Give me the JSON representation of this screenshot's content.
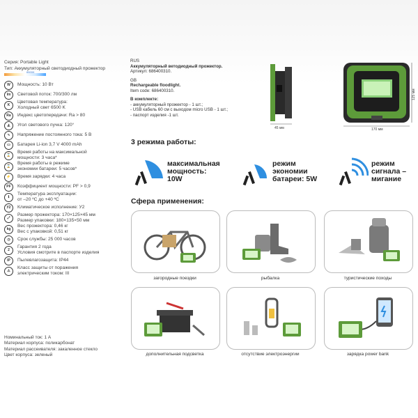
{
  "left": {
    "series": "Серия: Portable Light",
    "type": "Тип: Аккумуляторный светодиодный прожектор",
    "temp_label": "6500K",
    "specs": [
      {
        "icon": "power-icon",
        "glyph": "W",
        "text": "Мощность: 10 Вт"
      },
      {
        "icon": "lumen-icon",
        "glyph": "lm",
        "text": "Световой поток: 700/300 лм"
      },
      {
        "icon": "color-temp-icon",
        "glyph": "K",
        "text": "Цветовая температура:\nХолодный свет 6500 K"
      },
      {
        "icon": "cri-icon",
        "glyph": "Ra",
        "text": "Индекс цветопередачи: Ra > 80"
      },
      {
        "icon": "beam-angle-icon",
        "glyph": "◭",
        "text": "Угол светового пучка: 120°"
      },
      {
        "icon": "voltage-icon",
        "glyph": "∿",
        "text": "Напряжение постоянного тока: 5 В"
      },
      {
        "icon": "battery-icon",
        "glyph": "▭",
        "text": "Батарея Li-ion 3,7 V 4000 mAh"
      },
      {
        "icon": "work-time-max-icon",
        "glyph": "⌛",
        "text": "Время работы на максимальной\nмощности: 3 часа*"
      },
      {
        "icon": "work-time-eco-icon",
        "glyph": "⌛",
        "text": "Время работы в режиме\nэкономии батареи: 5 часов*"
      },
      {
        "icon": "charge-time-icon",
        "glyph": "⚡",
        "text": "Время зарядки: 4 часа"
      },
      {
        "icon": "power-factor-icon",
        "glyph": "PF",
        "text": "Коэффициент мощности: PF > 0,9"
      },
      {
        "icon": "temperature-icon",
        "glyph": "ℹ",
        "text": "Температура эксплуатации:\nот –20 ºC до +40 ºC"
      },
      {
        "icon": "climate-icon",
        "glyph": "У2",
        "text": "Климатическое исполнение: У2"
      },
      {
        "icon": "size-icon",
        "glyph": "⤢",
        "text": "Размер прожектора: 170×125×45 мм\nРазмер упаковки: 180×135×50 мм"
      },
      {
        "icon": "weight-icon",
        "glyph": "kg",
        "text": "Вес прожектора: 0,46 кг\nВес с упаковкой: 0,51 кг"
      },
      {
        "icon": "lifetime-icon",
        "glyph": "◷",
        "text": "Срок службы: 25 000 часов"
      },
      {
        "icon": "warranty-icon",
        "glyph": "2",
        "text": "Гарантия 2 года\nУсловия смотрите в паспорте изделия"
      },
      {
        "icon": "ip-icon",
        "glyph": "IP",
        "text": "Пылевлагозащита: IP44"
      },
      {
        "icon": "protection-class-icon",
        "glyph": "⚠",
        "text": "Класс защиты от поражения\nэлектрическим током: III"
      }
    ],
    "footer": [
      "Номинальный ток: 1 А",
      "Материал корпуса: поликарбонат",
      "Материал рассеивателя: закаленное стекло",
      "Цвет корпуса: зеленый"
    ]
  },
  "info": {
    "rus": "RUS",
    "rus_title": "Аккумуляторный ветодиодный прожектор.",
    "rus_article": "Артикул: 686400310.",
    "gb": "GB",
    "gb_title": "Rechargeable floodlight.",
    "gb_code": "Item code: 686400310.",
    "kit_title": "В комплекте:",
    "kit_items": [
      "- аккумуляторный прожектор - 1 шт.;",
      "- USB кабель 60 см с выходом micro USB - 1 шт.;",
      "- паспорт изделия -1 шт."
    ]
  },
  "product": {
    "depth": "45 мм",
    "width": "170 мм",
    "height": "125 мм"
  },
  "modes": {
    "title": "3 режима работы:",
    "items": [
      {
        "label": "максимальная\nмощность:\n10W"
      },
      {
        "label": "режим\nэкономии\nбатареи: 5W"
      },
      {
        "label": "режим\nсигнала –\nмигание"
      }
    ]
  },
  "apps": {
    "title": "Сфера применения:",
    "items": [
      {
        "label": "загородные поездки",
        "icon": "bicycle-icon"
      },
      {
        "label": "рыбалка",
        "icon": "fishing-icon"
      },
      {
        "label": "туристические походы",
        "icon": "backpack-icon"
      },
      {
        "label": "дополнительная подсветка",
        "icon": "toolbox-icon"
      },
      {
        "label": "отсутствие электроэнергии",
        "icon": "lantern-icon"
      },
      {
        "label": "зарядка power bank",
        "icon": "phone-charging-icon"
      }
    ]
  },
  "colors": {
    "accent_blue": "#2f8fe0",
    "floodlight_green": "#5d9b3a",
    "floodlight_black": "#2a2a2a"
  }
}
